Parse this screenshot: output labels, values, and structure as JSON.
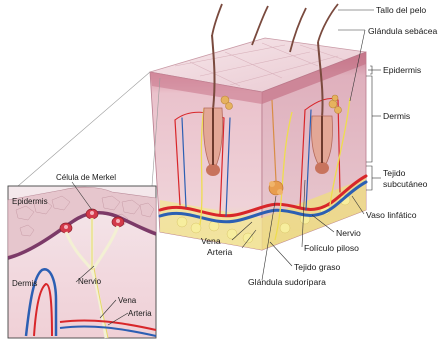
{
  "labels": {
    "tallo_pelo": "Tallo del pelo",
    "glandula_sebacea": "Glándula sebácea",
    "epidermis": "Epidermis",
    "dermis": "Dermis",
    "tejido_subcutaneo_1": "Tejido",
    "tejido_subcutaneo_2": "subcutáneo",
    "vaso_linfatico": "Vaso linfático",
    "nervio": "Nervio",
    "foliculo_piloso": "Folículo piloso",
    "tejido_graso": "Tejido graso",
    "glandula_sudoripara": "Glándula sudorípara",
    "vena": "Vena",
    "arteria": "Arteria"
  },
  "inset": {
    "celula_merkel": "Célula de Merkel",
    "epidermis": "Epidermis",
    "nervio": "Nervio",
    "dermis": "Dermis",
    "vena": "Vena",
    "arteria": "Arteria"
  },
  "colors": {
    "epidermis_top": "#f3dbe0",
    "dermis": "#e8c0c8",
    "subcutaneous": "#f1e7a8",
    "artery": "#d8262a",
    "vein": "#2c5fb3",
    "nerve": "#f4e25a"
  }
}
